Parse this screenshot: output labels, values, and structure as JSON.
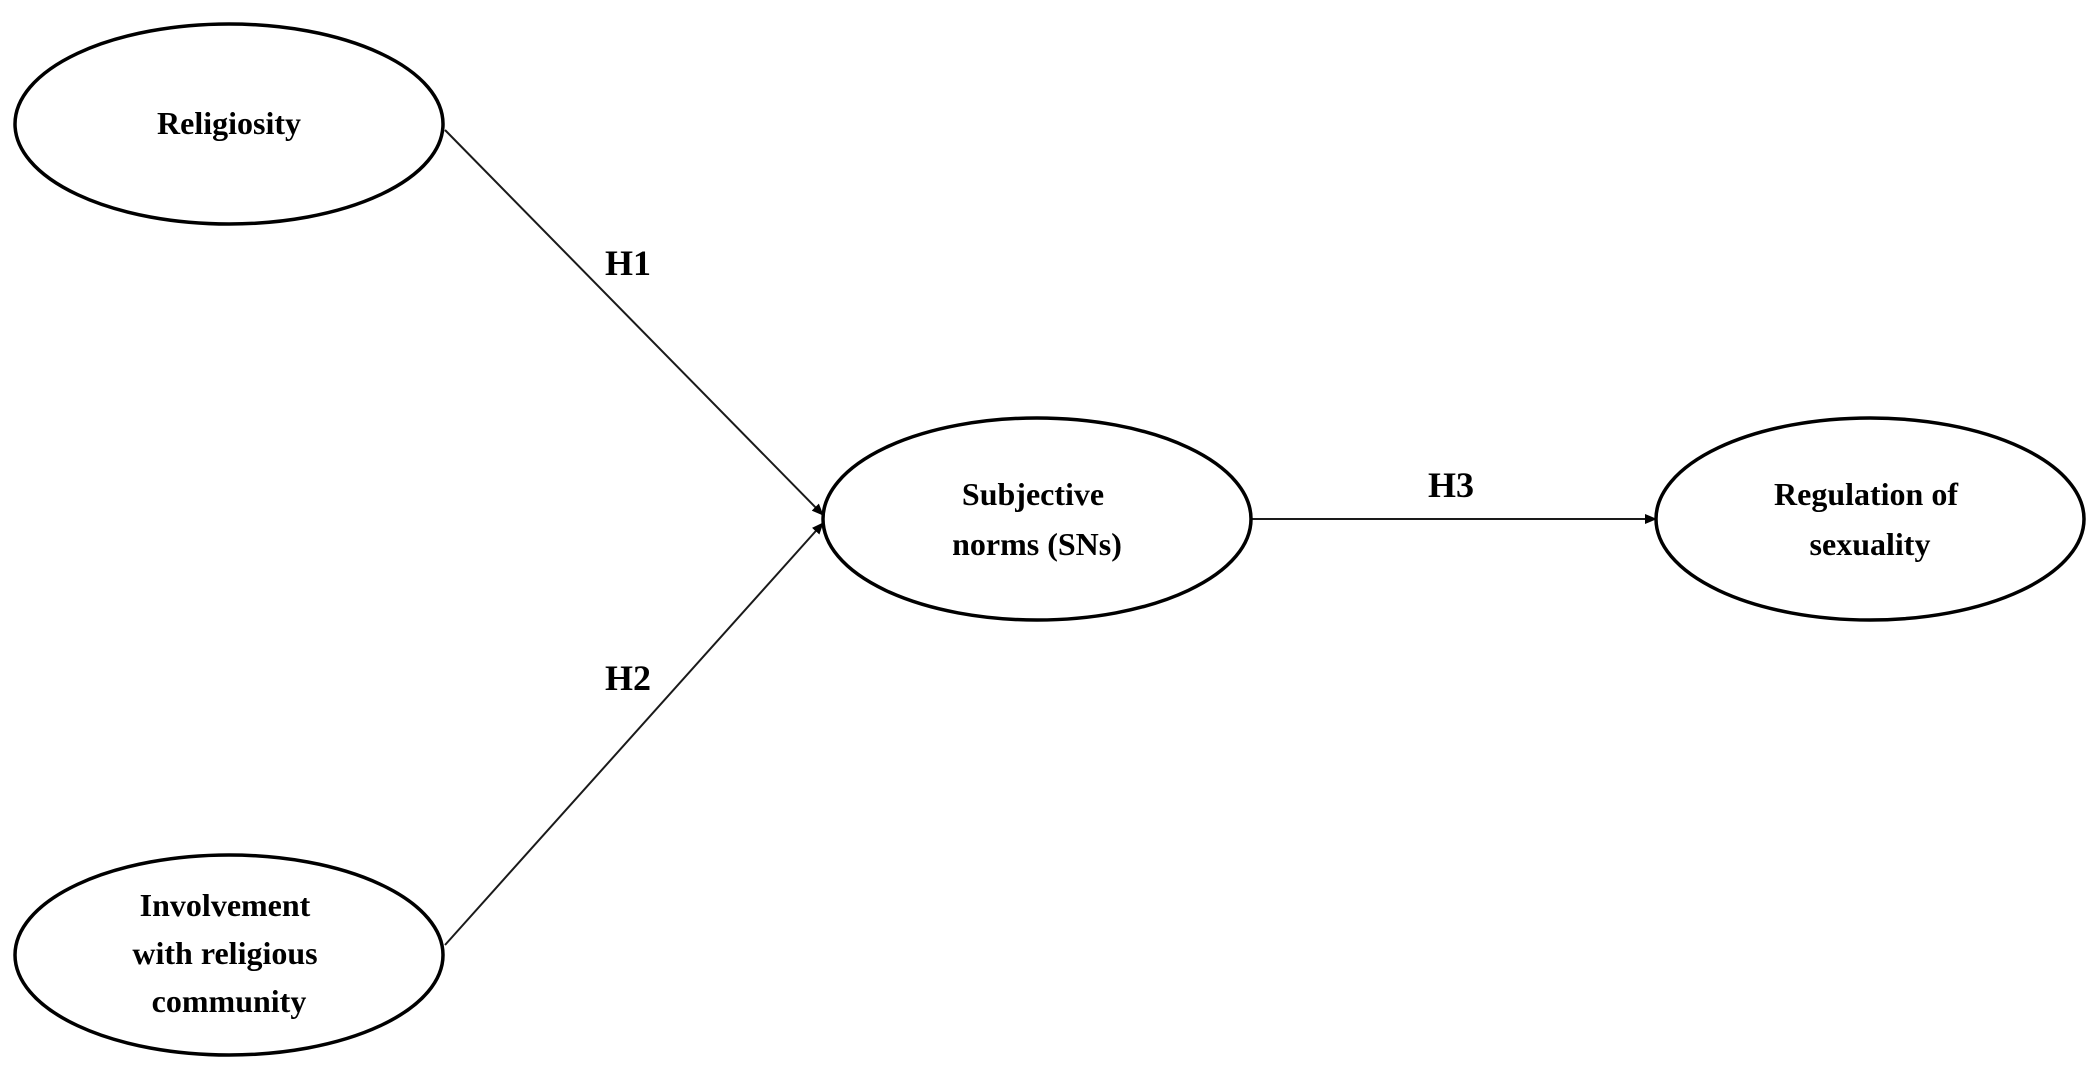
{
  "nodes": {
    "religiosity": {
      "lines": [
        "Religiosity"
      ]
    },
    "involvement": {
      "lines": [
        "Involvement",
        "with religious",
        "community"
      ]
    },
    "subjective_norms": {
      "lines": [
        "Subjective",
        "norms (SNs)"
      ]
    },
    "regulation": {
      "lines": [
        "Regulation of",
        "sexuality"
      ]
    }
  },
  "edges": {
    "h1": {
      "label": "H1",
      "from": "Religiosity",
      "to": "Subjective norms (SNs)"
    },
    "h2": {
      "label": "H2",
      "from": "Involvement with religious community",
      "to": "Subjective norms (SNs)"
    },
    "h3": {
      "label": "H3",
      "from": "Subjective norms (SNs)",
      "to": "Regulation of sexuality"
    }
  }
}
